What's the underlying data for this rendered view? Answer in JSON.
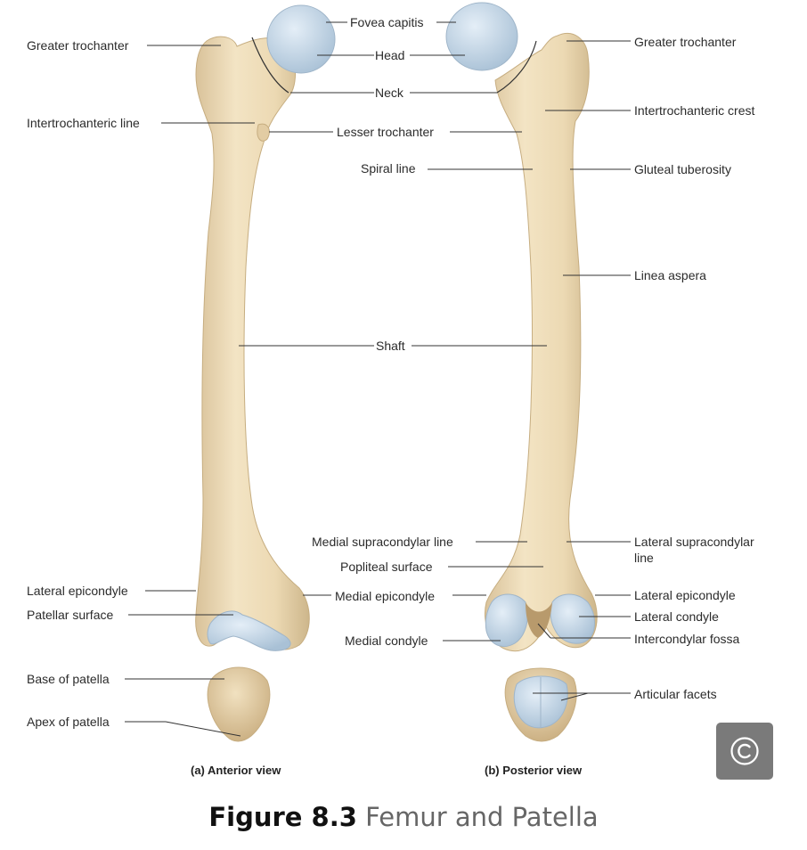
{
  "labels": {
    "fovea_capitis": "Fovea capitis",
    "head": "Head",
    "neck": "Neck",
    "lesser_trochanter": "Lesser trochanter",
    "spiral_line": "Spiral line",
    "shaft": "Shaft",
    "medial_supracondylar_line": "Medial supracondylar line",
    "popliteal_surface": "Popliteal surface",
    "medial_epicondyle": "Medial epicondyle",
    "medial_condyle": "Medial condyle",
    "greater_trochanter_left": "Greater trochanter",
    "intertrochanteric_line": "Intertrochanteric line",
    "lateral_epicondyle_left": "Lateral epicondyle",
    "patellar_surface": "Patellar surface",
    "base_of_patella": "Base of patella",
    "apex_of_patella": "Apex of patella",
    "greater_trochanter_right": "Greater trochanter",
    "intertrochanteric_crest": "Intertrochanteric crest",
    "gluteal_tuberosity": "Gluteal tuberosity",
    "linea_aspera": "Linea aspera",
    "lateral_supracondylar_line_1": "Lateral supracondylar",
    "lateral_supracondylar_line_2": "line",
    "lateral_epicondyle_right": "Lateral epicondyle",
    "lateral_condyle": "Lateral condyle",
    "intercondylar_fossa": "Intercondylar fossa",
    "articular_facets": "Articular facets"
  },
  "views": {
    "anterior": "(a) Anterior view",
    "posterior": "(b) Posterior view"
  },
  "caption": {
    "number": "Figure 8.3",
    "title": "Femur and Patella"
  },
  "copyright_symbol": "©",
  "colors": {
    "bone": "#eedcb8",
    "bone_shadow": "#cdb68b",
    "cartilage": "#cbdcea",
    "cartilage_edge": "#9fb5c9",
    "leader": "#333333"
  }
}
